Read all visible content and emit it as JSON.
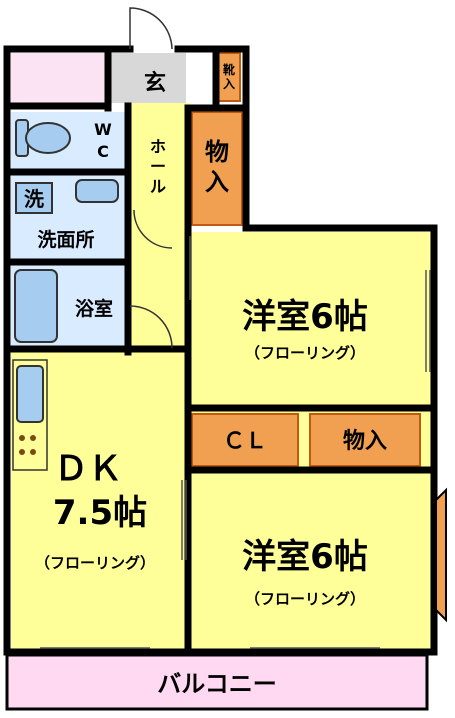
{
  "colors": {
    "wall": "#000000",
    "floor_yellow": "#ffff99",
    "storage_orange": "#f0a050",
    "storage_border": "#c05a10",
    "bathroom_blue": "#d9ecff",
    "fixture_blue": "#a6cdf0",
    "entry_gray": "#d8d8d8",
    "balcony_pink": "#ffd9f2",
    "unit_pink": "#fce3f4"
  },
  "rooms": {
    "entrance": "玄",
    "shoe_storage": "靴入",
    "wc": "W C",
    "hall": "ホール",
    "storage_top": "物入",
    "washroom_badge": "洗",
    "washroom": "洗面所",
    "bath": "浴室",
    "western_room_1": {
      "name": "洋室6帖",
      "floor": "（フローリング）"
    },
    "closet": "ＣＬ",
    "storage_mid": "物入",
    "dk": {
      "name_line1": "ＤＫ",
      "name_line2": "7.5帖",
      "floor": "（フローリング）"
    },
    "western_room_2": {
      "name": "洋室6帖",
      "floor": "（フローリング）"
    },
    "balcony": "バルコニー"
  }
}
